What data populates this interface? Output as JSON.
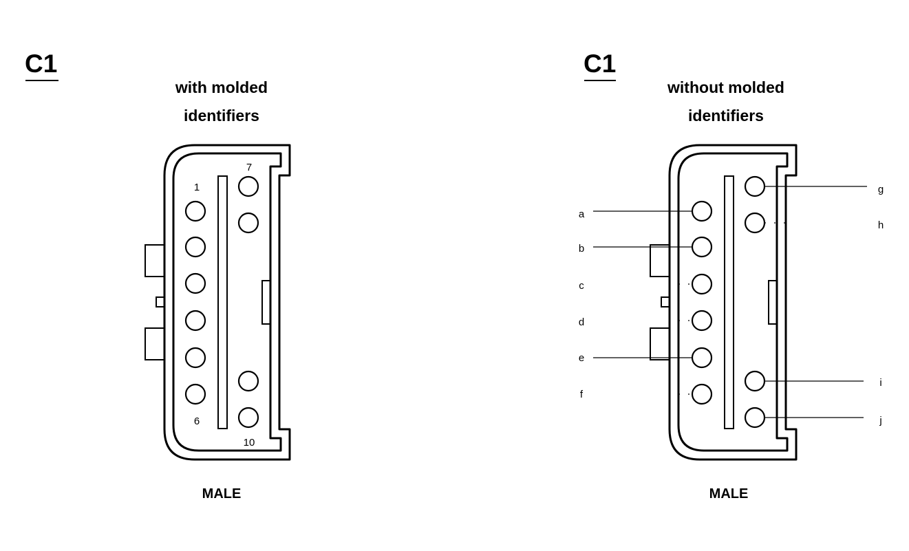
{
  "left": {
    "connector_id": "C1",
    "subtitle_line1": "with molded",
    "subtitle_line2": "identifiers",
    "gender": "MALE",
    "pin_numbers": {
      "first": "1",
      "last_left": "6",
      "first_right": "7",
      "last_right": "10"
    }
  },
  "right": {
    "connector_id": "C1",
    "subtitle_line1": "without molded",
    "subtitle_line2": "identifiers",
    "gender": "MALE",
    "callouts": {
      "a": "a",
      "b": "b",
      "c": "c",
      "d": "d",
      "e": "e",
      "f": "f",
      "g": "g",
      "h": "h",
      "i": "i",
      "j": "j"
    }
  }
}
